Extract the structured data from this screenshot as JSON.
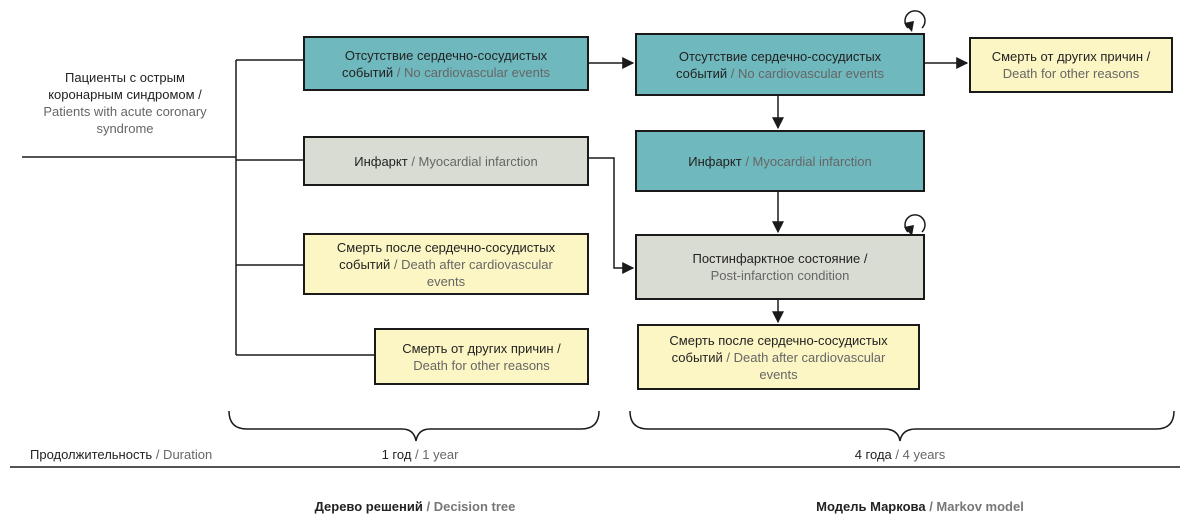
{
  "patients": {
    "ru_1": "Пациенты с острым",
    "ru_2": "коронарным синдромом /",
    "en_1": "Patients with acute coronary",
    "en_2": "syndrome"
  },
  "tree": {
    "no_events": {
      "ru": "Отсутствие сердечно-сосудистых",
      "ru2": "событий",
      "en": "/ No cardiovascular events"
    },
    "infarction": {
      "ru": "Инфаркт",
      "en": "/ Myocardial infarction"
    },
    "death_cv": {
      "ru": "Смерть после сердечно-сосудистых",
      "ru2": "событий",
      "en": "/ Death after cardiovascular",
      "en2": "events"
    },
    "death_other": {
      "ru": "Смерть от других причин /",
      "en": "Death for other reasons"
    }
  },
  "markov": {
    "no_events": {
      "ru": "Отсутствие сердечно-сосудистых",
      "ru2": "событий",
      "en": "/ No cardiovascular events"
    },
    "death_other": {
      "ru": "Смерть от других причин /",
      "en": "Death for other reasons"
    },
    "infarction": {
      "ru": "Инфаркт",
      "en": "/ Myocardial infarction"
    },
    "post_infarction": {
      "ru": "Постинфарктное состояние /",
      "en": "Post-infarction condition"
    },
    "death_cv": {
      "ru": "Смерть после сердечно-сосудистых",
      "ru2": "событий",
      "en": "/ Death after cardiovascular",
      "en2": "events"
    }
  },
  "duration": {
    "label_ru": "Продолжительность",
    "label_en": "/ Duration",
    "tree_ru": "1 год",
    "tree_en": "/ 1 year",
    "markov_ru": "4 года",
    "markov_en": "/ 4 years"
  },
  "footer": {
    "tree_ru": "Дерево решений",
    "tree_en": "/ Decision tree",
    "markov_ru": "Модель Маркова",
    "markov_en": "/ Markov model"
  },
  "colors": {
    "teal": "#6fb8bd",
    "gray": "#d9dcd2",
    "yellow": "#fcf6c4"
  }
}
